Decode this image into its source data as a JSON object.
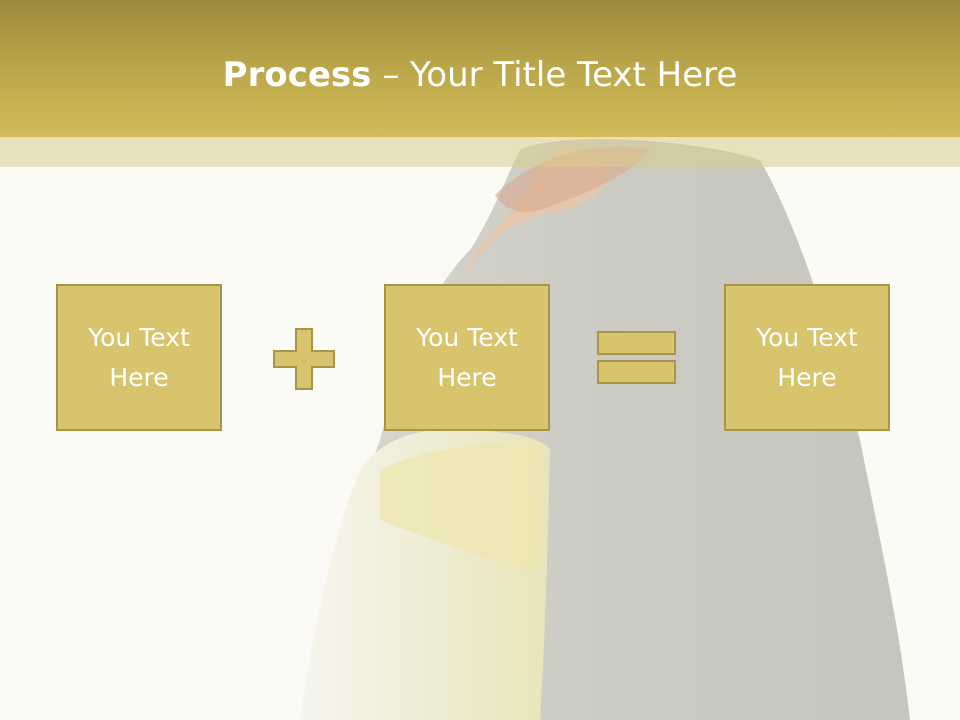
{
  "title": {
    "bold": "Process",
    "separator": " – ",
    "text": "Your Title Text Here"
  },
  "boxes": [
    {
      "label": "You Text\nHere"
    },
    {
      "label": "You Text\nHere"
    },
    {
      "label": "You Text\nHere"
    }
  ],
  "operators": [
    "plus",
    "equals"
  ],
  "background": {
    "image": "king penguin (faded)"
  },
  "colors": {
    "header_top": "#9b8a3e",
    "header_bottom": "#d2bc57",
    "box_fill": "#d7c46c",
    "box_border": "#a8954a",
    "page_bg": "#fbfaf4",
    "text": "#ffffff"
  }
}
